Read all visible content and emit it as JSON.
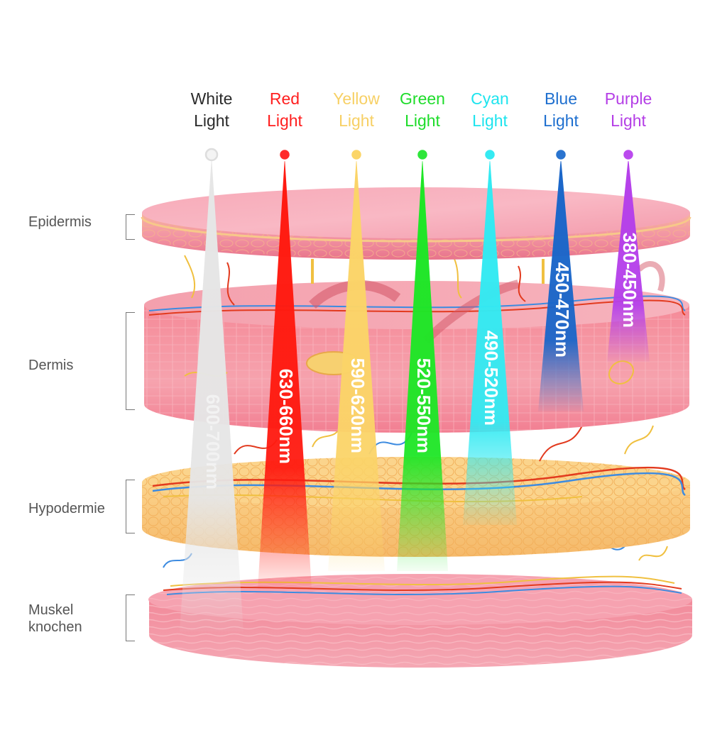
{
  "lights": [
    {
      "name_line1": "White",
      "name_line2": "Light",
      "wavelength": "600-700nm",
      "color": "#2b2b2b",
      "beam": "#e6e6e6",
      "dot": "#f4f4f4",
      "text_color": "#f2f2f2"
    },
    {
      "name_line1": "Red",
      "name_line2": "Light",
      "wavelength": "630-660nm",
      "color": "#ff1f1f",
      "beam": "#ff1a10",
      "dot": "#ff2a2a",
      "text_color": "#ffffff"
    },
    {
      "name_line1": "Yellow",
      "name_line2": "Light",
      "wavelength": "590-620nm",
      "color": "#f7d065",
      "beam": "#fbd468",
      "dot": "#fbd568",
      "text_color": "#ffffff"
    },
    {
      "name_line1": "Green",
      "name_line2": "Light",
      "wavelength": "520-550nm",
      "color": "#1edc2a",
      "beam": "#1ee626",
      "dot": "#2ee63a",
      "text_color": "#ffffff"
    },
    {
      "name_line1": "Cyan",
      "name_line2": "Light",
      "wavelength": "490-520nm",
      "color": "#1ee4ee",
      "beam": "#33eaf2",
      "dot": "#35eaf2",
      "text_color": "#ffffff"
    },
    {
      "name_line1": "Blue",
      "name_line2": "Light",
      "wavelength": "450-470nm",
      "color": "#1e6fcf",
      "beam": "#1a66c9",
      "dot": "#2a74cf",
      "text_color": "#ffffff"
    },
    {
      "name_line1": "Purple",
      "name_line2": "Light",
      "wavelength": "380-450nm",
      "color": "#b43ee6",
      "beam": "#b540ea",
      "dot": "#bb4aee",
      "text_color": "#ffffff"
    }
  ],
  "layers": [
    {
      "line1": "Epidermis",
      "line2": ""
    },
    {
      "line1": "Dermis",
      "line2": ""
    },
    {
      "line1": "Hypodermie",
      "line2": ""
    },
    {
      "line1": "Muskel",
      "line2": "knochen"
    }
  ]
}
